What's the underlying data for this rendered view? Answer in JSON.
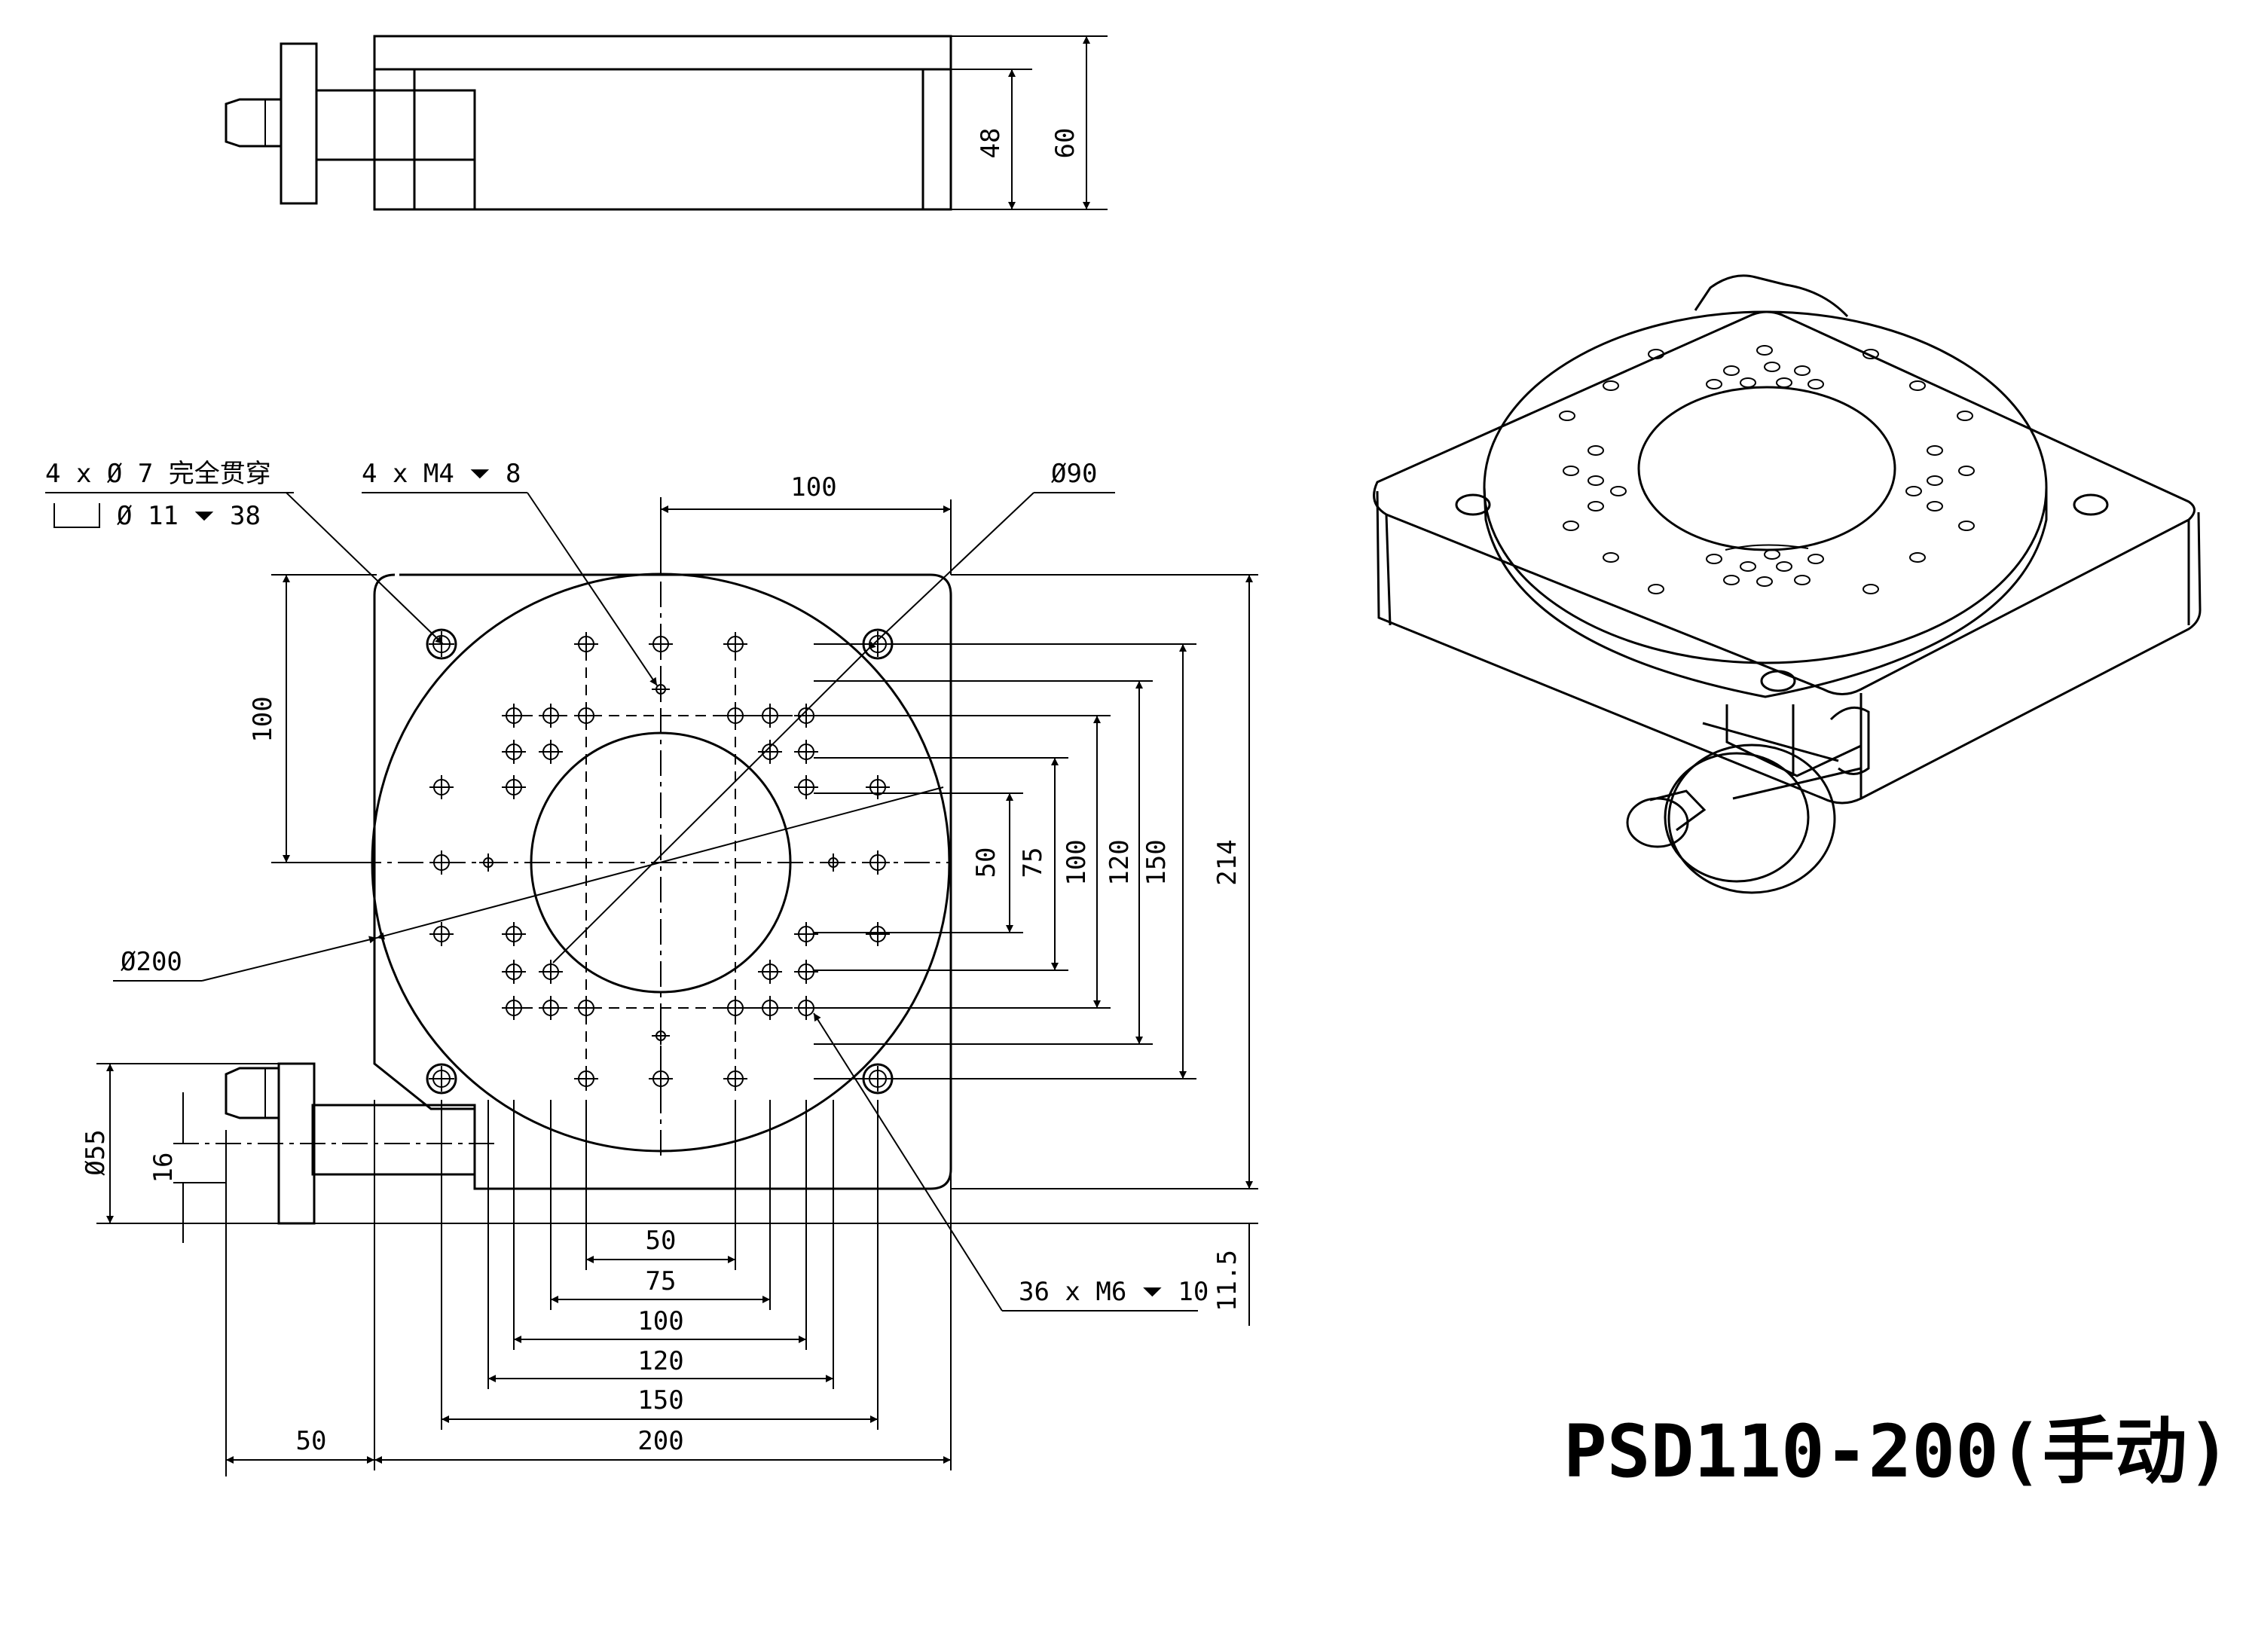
{
  "title": "PSD110-200(手动)",
  "callouts": {
    "through_holes": "4 x Ø 7 完全贯穿",
    "counterbore": "Ø 11 ⏷ 38",
    "m4_holes": "4 x M4 ⏷ 8",
    "m6_holes": "36 x M6 ⏷ 10",
    "inner_diameter": "Ø90",
    "outer_diameter": "Ø200",
    "knob_diameter": "Ø55"
  },
  "dimensions": {
    "side_48": "48",
    "side_60": "60",
    "top_100": "100",
    "left_100": "100",
    "knob_16": "16",
    "right_50": "50",
    "right_75": "75",
    "right_100": "100",
    "right_120": "120",
    "right_150": "150",
    "right_214": "214",
    "right_11_5": "11.5",
    "bottom_50": "50",
    "bottom_75": "75",
    "bottom_100": "100",
    "bottom_120": "120",
    "bottom_150": "150",
    "bottom_200": "200",
    "bottom_offset_50": "50"
  }
}
